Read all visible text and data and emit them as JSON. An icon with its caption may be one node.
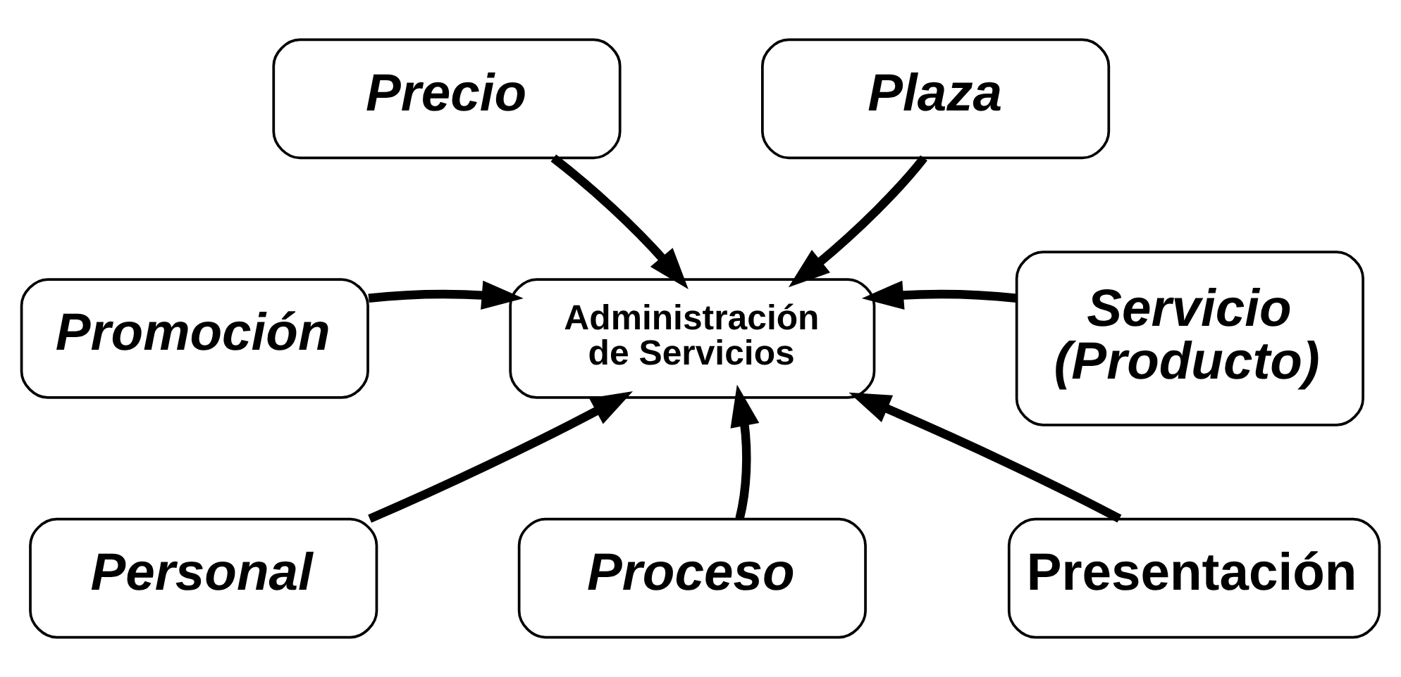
{
  "diagram": {
    "nodes": [
      {
        "text": [
          "Precio"
        ]
      },
      {
        "text": [
          "Plaza"
        ]
      },
      {
        "text": [
          "Promoción"
        ]
      },
      {
        "text": [
          "Administración de Servicios"
        ]
      },
      {
        "text": [
          "Servicio (Producto)"
        ]
      },
      {
        "text": [
          "Personal"
        ]
      },
      {
        "text": [
          "Presentación"
        ]
      },
      {
        "text": [
          "Proceso"
        ]
      }
    ],
    "edges": [
      {
        "from": 0,
        "to": 3,
        "arrow": "to"
      },
      {
        "from": 1,
        "to": 3,
        "arrow": "to"
      },
      {
        "from": 2,
        "to": 3,
        "arrow": "to"
      },
      {
        "from": 4,
        "to": 3,
        "arrow": "to"
      },
      {
        "from": 5,
        "to": 3,
        "arrow": "to"
      },
      {
        "from": 6,
        "to": 3,
        "arrow": "to"
      },
      {
        "from": 7,
        "to": 3,
        "arrow": "to"
      }
    ]
  }
}
